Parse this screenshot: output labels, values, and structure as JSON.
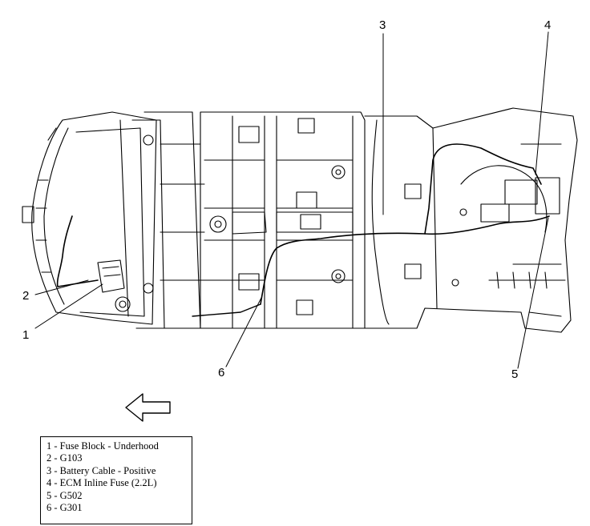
{
  "callouts": [
    {
      "id": "1",
      "label": "1"
    },
    {
      "id": "2",
      "label": "2"
    },
    {
      "id": "3",
      "label": "3"
    },
    {
      "id": "4",
      "label": "4"
    },
    {
      "id": "5",
      "label": "5"
    },
    {
      "id": "6",
      "label": "6"
    }
  ],
  "legend": [
    "1 - Fuse Block - Underhood",
    "2 - G103",
    "3 - Battery Cable - Positive",
    "4 - ECM Inline Fuse (2.2L)",
    "5 - G502",
    "6 - G301"
  ],
  "icons": {
    "direction_arrow": "left-arrow-icon"
  }
}
